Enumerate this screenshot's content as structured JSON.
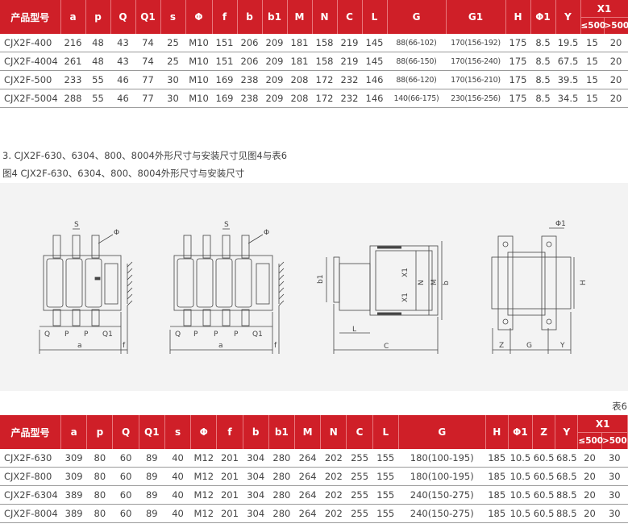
{
  "table1": {
    "headers": [
      "产品型号",
      "a",
      "p",
      "Q",
      "Q1",
      "s",
      "Φ",
      "f",
      "b",
      "b1",
      "M",
      "N",
      "C",
      "L",
      "G",
      "G1",
      "H",
      "Φ1",
      "Y",
      "X1"
    ],
    "x1_sub": [
      "≤500",
      ">500"
    ],
    "rows": [
      [
        "CJX2F-400",
        "216",
        "48",
        "43",
        "74",
        "25",
        "M10",
        "151",
        "206",
        "209",
        "181",
        "158",
        "219",
        "145",
        "88(66-102)",
        "170(156-192)",
        "175",
        "8.5",
        "19.5",
        "15",
        "20"
      ],
      [
        "CJX2F-4004",
        "261",
        "48",
        "43",
        "74",
        "25",
        "M10",
        "151",
        "206",
        "209",
        "181",
        "158",
        "219",
        "145",
        "88(66-150)",
        "170(156-240)",
        "175",
        "8.5",
        "67.5",
        "15",
        "20"
      ],
      [
        "CJX2F-500",
        "233",
        "55",
        "46",
        "77",
        "30",
        "M10",
        "169",
        "238",
        "209",
        "208",
        "172",
        "232",
        "146",
        "88(66-120)",
        "170(156-210)",
        "175",
        "8.5",
        "39.5",
        "15",
        "20"
      ],
      [
        "CJX2F-5004",
        "288",
        "55",
        "46",
        "77",
        "30",
        "M10",
        "169",
        "238",
        "209",
        "208",
        "172",
        "232",
        "146",
        "140(66-175)",
        "230(156-256)",
        "175",
        "8.5",
        "34.5",
        "15",
        "20"
      ]
    ]
  },
  "section_note": "3. CJX2F-630、6304、800、8004外形尺寸与安装尺寸见图4与表6",
  "figure_caption": "图4  CJX2F-630、6304、800、8004外形尺寸与安装尺寸",
  "figure_labels": {
    "d1": {
      "s": "S",
      "phi": "Φ",
      "q": "Q",
      "p": "P",
      "q1": "Q1",
      "a": "a",
      "f": "f"
    },
    "d3": {
      "b1": "b1",
      "x1": "X1",
      "n": "N",
      "m": "M",
      "b": "b",
      "l": "L",
      "c": "C"
    },
    "d4": {
      "phi1": "Φ1",
      "h": "H",
      "z": "Z",
      "g": "G",
      "y": "Y"
    }
  },
  "table6_label": "表6",
  "table2": {
    "headers": [
      "产品型号",
      "a",
      "p",
      "Q",
      "Q1",
      "s",
      "Φ",
      "f",
      "b",
      "b1",
      "M",
      "N",
      "C",
      "L",
      "G",
      "H",
      "Φ1",
      "Z",
      "Y",
      "X1"
    ],
    "x1_sub": [
      "≤500",
      ">500"
    ],
    "rows": [
      [
        "CJX2F-630",
        "309",
        "80",
        "60",
        "89",
        "40",
        "M12",
        "201",
        "304",
        "280",
        "264",
        "202",
        "255",
        "155",
        "180(100-195)",
        "185",
        "10.5",
        "60.5",
        "68.5",
        "20",
        "30"
      ],
      [
        "CJX2F-800",
        "309",
        "80",
        "60",
        "89",
        "40",
        "M12",
        "201",
        "304",
        "280",
        "264",
        "202",
        "255",
        "155",
        "180(100-195)",
        "185",
        "10.5",
        "60.5",
        "68.5",
        "20",
        "30"
      ],
      [
        "CJX2F-6304",
        "389",
        "80",
        "60",
        "89",
        "40",
        "M12",
        "201",
        "304",
        "280",
        "264",
        "202",
        "255",
        "155",
        "240(150-275)",
        "185",
        "10.5",
        "60.5",
        "88.5",
        "20",
        "30"
      ],
      [
        "CJX2F-8004",
        "389",
        "80",
        "60",
        "89",
        "40",
        "M12",
        "201",
        "304",
        "280",
        "264",
        "202",
        "255",
        "155",
        "240(150-275)",
        "185",
        "10.5",
        "60.5",
        "88.5",
        "20",
        "30"
      ]
    ]
  }
}
